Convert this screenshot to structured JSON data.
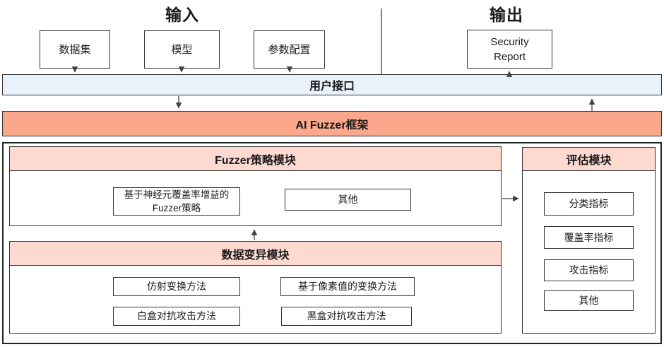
{
  "headings": {
    "input": "输入",
    "output": "输出"
  },
  "io": {
    "inputs": [
      "数据集",
      "模型",
      "参数配置"
    ],
    "output": "Security\nReport"
  },
  "bars": {
    "user_interface": "用户接口",
    "framework": "AI Fuzzer框架"
  },
  "modules": {
    "fuzzer_strategy": {
      "title": "Fuzzer策略模块",
      "items": [
        "基于神经元覆盖率增益的Fuzzer策略",
        "其他"
      ]
    },
    "data_mutation": {
      "title": "数据变异模块",
      "items": [
        "仿射变换方法",
        "基于像素值的变换方法",
        "白盒对抗攻击方法",
        "黑盒对抗攻击方法"
      ]
    },
    "evaluation": {
      "title": "评估模块",
      "items": [
        "分类指标",
        "覆盖率指标",
        "攻击指标",
        "其他"
      ]
    }
  },
  "colors": {
    "pink": "#fdd9d0",
    "salmon": "#fba78b",
    "light_blue": "#e9f1fb",
    "border_dark": "#333333"
  }
}
